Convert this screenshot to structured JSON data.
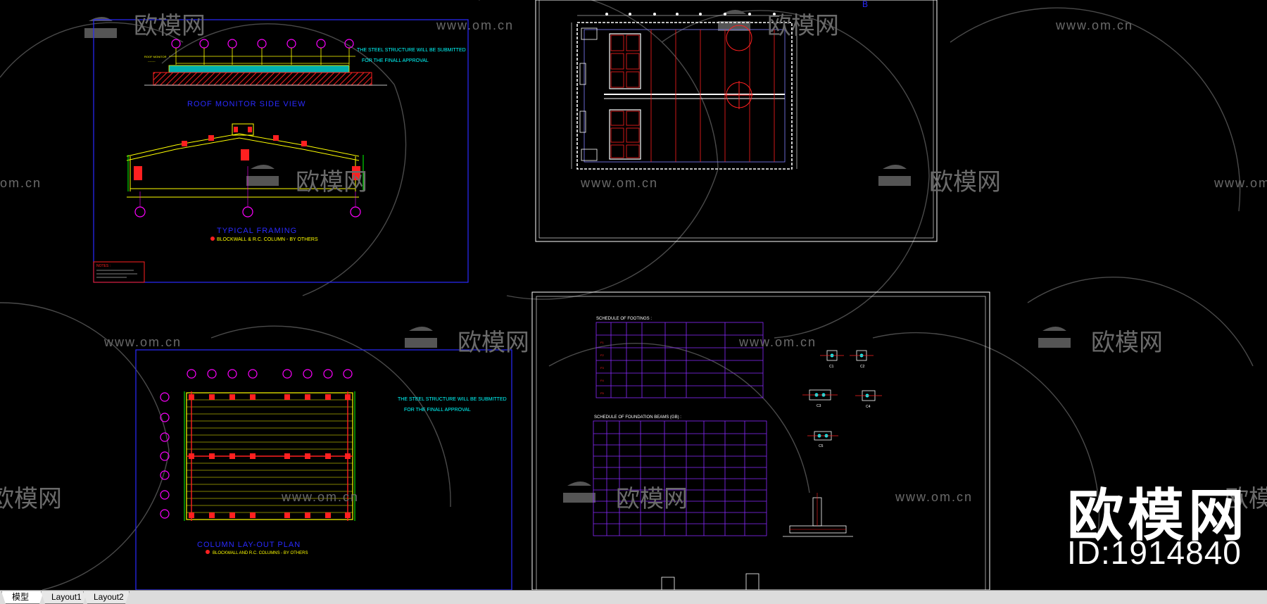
{
  "tabs": [
    {
      "label": "模型",
      "active": true
    },
    {
      "label": "Layout1",
      "active": false
    },
    {
      "label": "Layout2",
      "active": false
    }
  ],
  "watermark": {
    "brand": "欧模网",
    "url": "www.om.cn",
    "id": "ID:1914840",
    "url_partial": "om.cn",
    "url_cut": "www.om.cn"
  },
  "drawings": {
    "roof_monitor": {
      "note_line1": "THE STEEL STRUCTURE WILL BE SUBMITTED",
      "note_line2": "FOR THE FINALL APPROVAL",
      "title": "ROOF MONITOR SIDE VIEW"
    },
    "typical_framing": {
      "title": "TYPICAL  FRAMING",
      "legend": "BLOCKWALL & R.C. COLUMN  - BY OTHERS"
    },
    "notes_box": {
      "title": "NOTES :"
    },
    "column_layout": {
      "note_line1": "THE STEEL STRUCTURE WILL BE SUBMITTED",
      "note_line2": "FOR THE FINALL APPROVAL",
      "title": "COLUMN LAY-OUT PLAN",
      "legend": "BLOCKWALL AND R.C. COLUMNS - BY OTHERS"
    },
    "schedules": {
      "footings_title": "SCHEDULE OF FOOTINGS :",
      "beams_title": "SCHEDULE OF FOUNDATION BEAMS (GB) :",
      "column_tags": [
        "C1",
        "C2",
        "C3",
        "C4",
        "C5"
      ]
    }
  },
  "colors": {
    "background": "#000000",
    "frame_blue": "#2a2aff",
    "frame_white": "#ffffff",
    "magenta": "#ff00ff",
    "cyan": "#00ffff",
    "yellow": "#ffff00",
    "red": "#ff0000",
    "green": "#00ff00",
    "gray_line": "#6a6a6a"
  }
}
